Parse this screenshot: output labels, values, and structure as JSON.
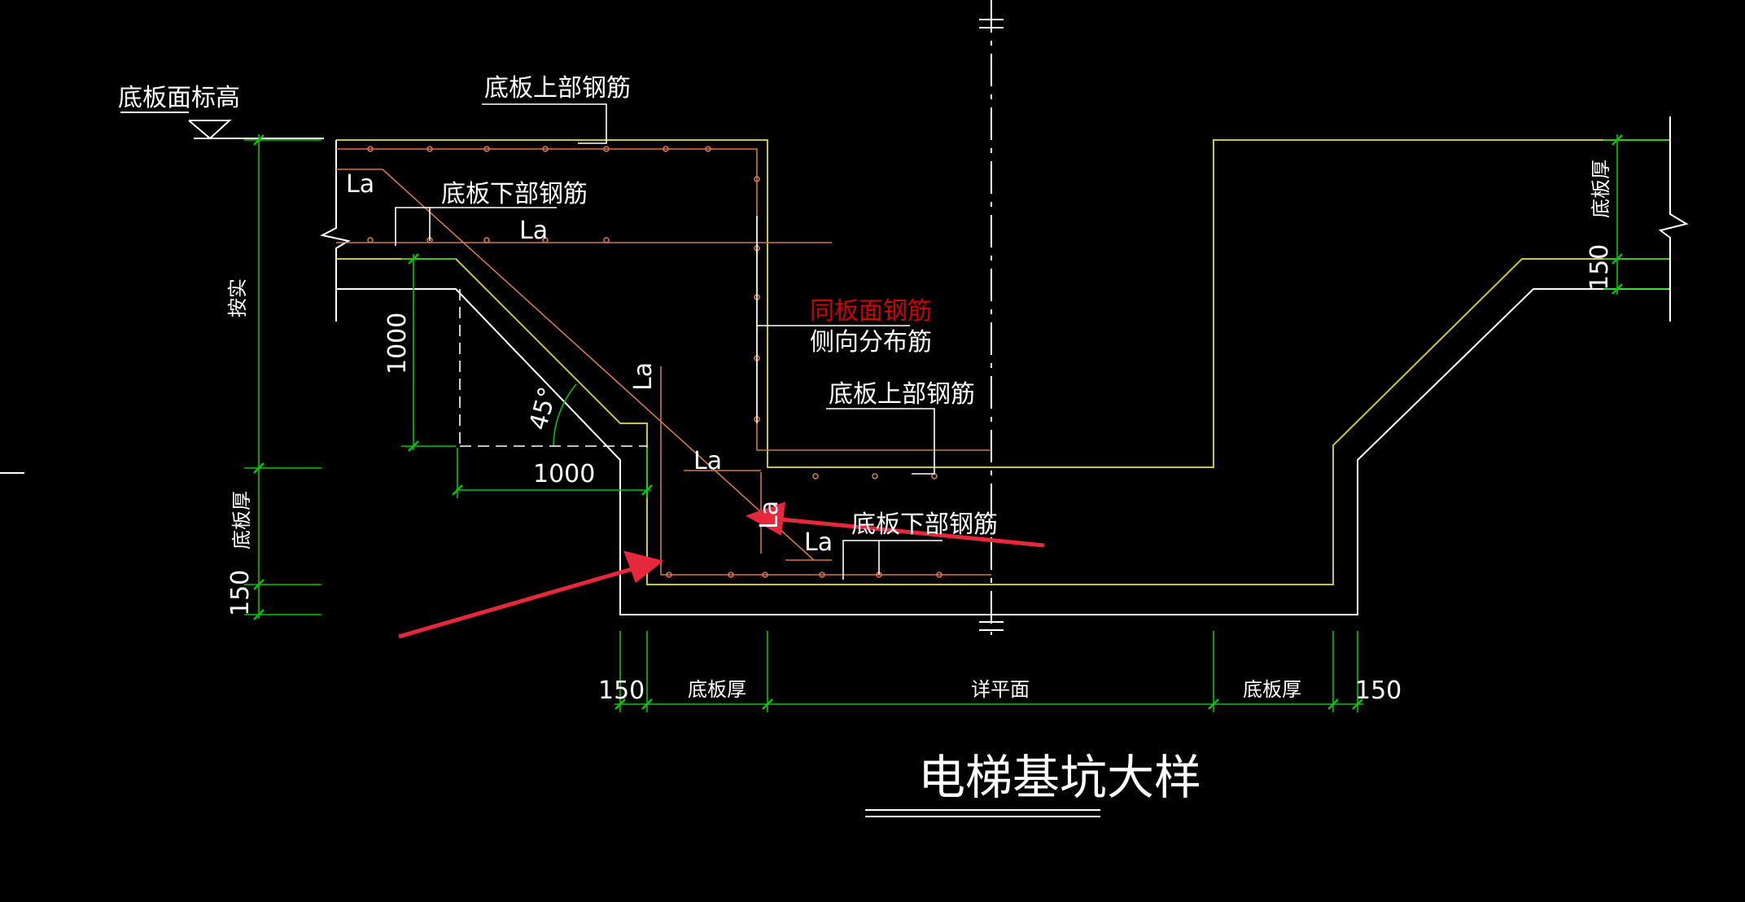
{
  "title": "电梯基坑大样",
  "labels": {
    "floor_top_elev": "底板面标高",
    "top_rebar_1": "底板上部钢筋",
    "bottom_rebar_1": "底板下部钢筋",
    "same_as_slab": "同板面钢筋",
    "lateral_dist": "侧向分布筋",
    "top_rebar_2": "底板上部钢筋",
    "bottom_rebar_2": "底板下部钢筋",
    "la_1": "La",
    "la_2": "La",
    "la_3": "La",
    "la_4": "La",
    "la_5": "La",
    "la_6": "La",
    "angle": "45°",
    "dim_1000_v": "1000",
    "dim_1000_h": "1000",
    "dim_as_is": "按实",
    "dim_slab_thick_left": "底板厚",
    "dim_150_left": "150",
    "dim_slab_thick_right_top": "底板厚",
    "dim_150_right_top": "150",
    "dim_150_bottom_left": "150",
    "dim_slab_thick_bottom_left": "底板厚",
    "dim_see_plan": "详平面",
    "dim_slab_thick_bottom_right": "底板厚",
    "dim_150_bottom_right": "150"
  },
  "colors": {
    "background": "#000000",
    "concrete": "#c8c832",
    "outline": "#ffffff",
    "rebar": "#d2784b",
    "dimension": "#00c800",
    "centerline": "#ffffff",
    "annotation_arrow": "#e6283c",
    "highlight_text": "#d20000"
  }
}
